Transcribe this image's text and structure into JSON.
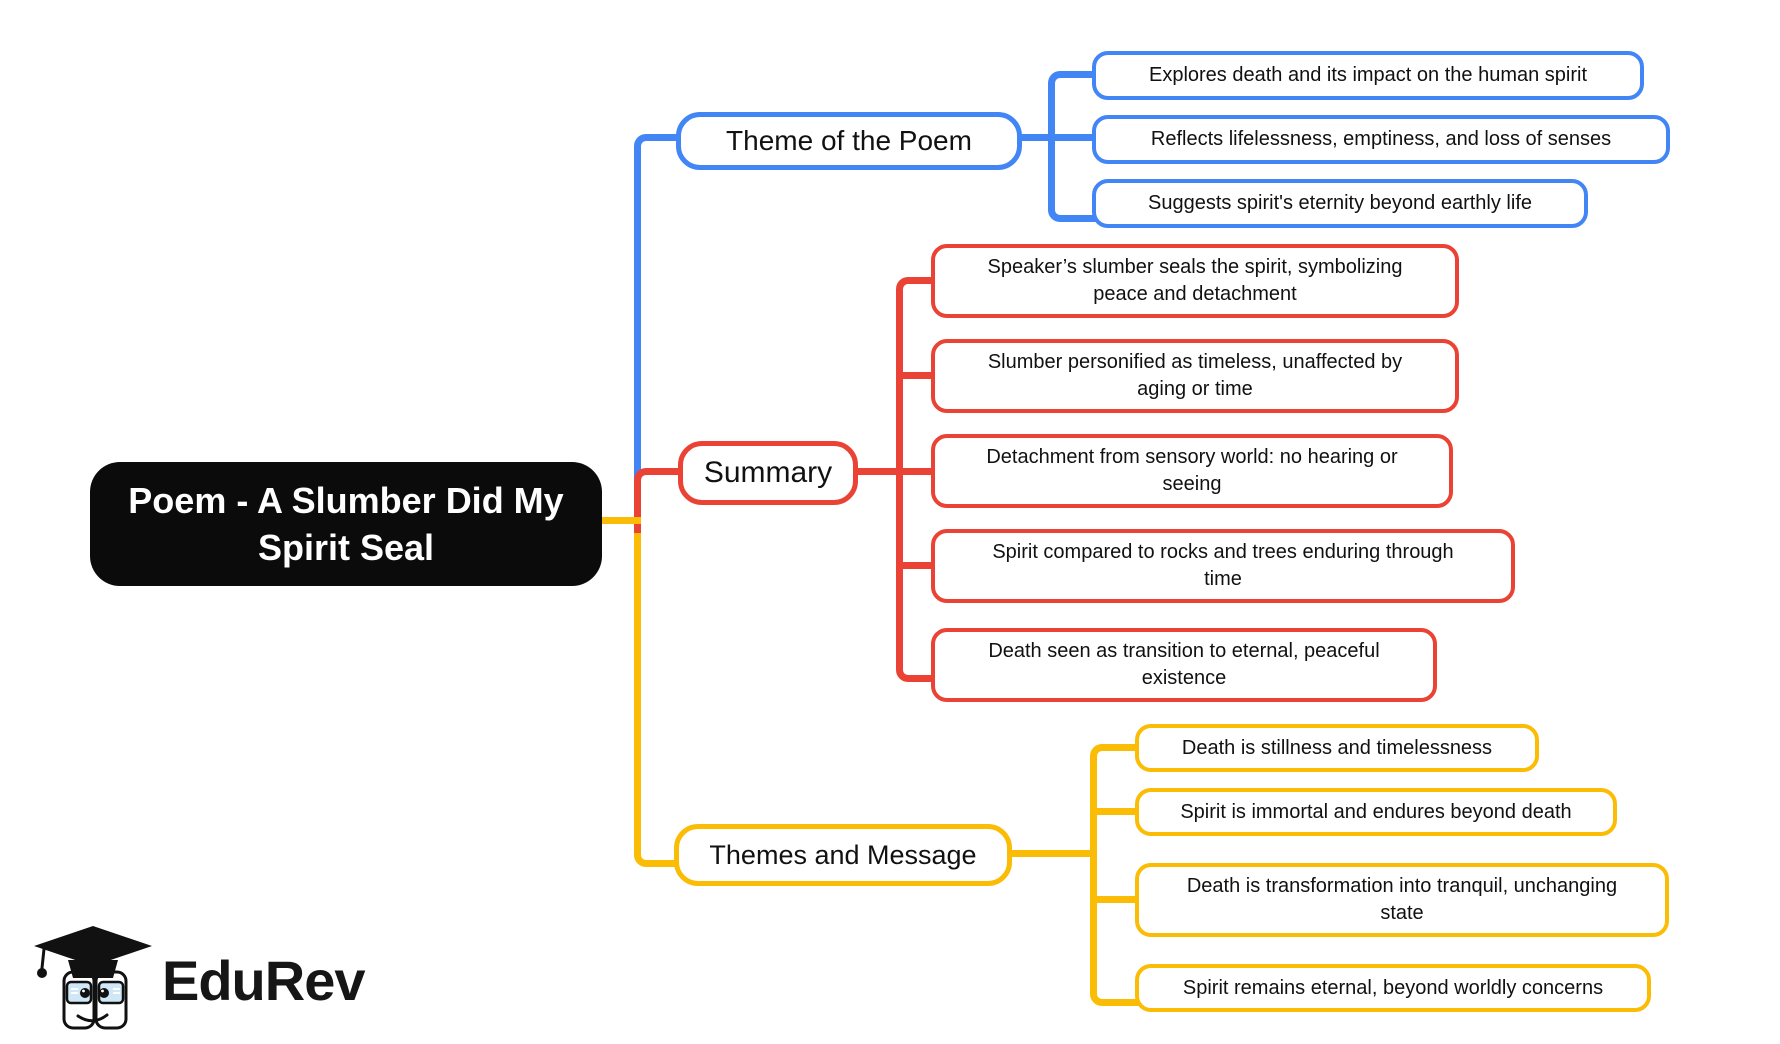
{
  "root": {
    "label": "Poem - A Slumber Did My\nSpirit Seal"
  },
  "colors": {
    "blue": "#4285F4",
    "red": "#EA4335",
    "yellow": "#FBBC05",
    "root_bg": "#0b0b0b"
  },
  "branches": [
    {
      "label": "Theme of the Poem",
      "color": "#4285F4",
      "children": [
        "Explores death and its impact on the human spirit",
        "Reflects lifelessness, emptiness, and loss of senses",
        "Suggests spirit's eternity beyond earthly life"
      ]
    },
    {
      "label": "Summary",
      "color": "#EA4335",
      "children": [
        "Speaker’s slumber seals the spirit, symbolizing\npeace and detachment",
        "Slumber personified as timeless, unaffected by\naging or time",
        "Detachment from sensory world: no hearing or\nseeing",
        "Spirit compared to rocks and trees enduring through\ntime",
        "Death seen as transition to eternal, peaceful\nexistence"
      ]
    },
    {
      "label": "Themes and Message",
      "color": "#FBBC05",
      "children": [
        "Death is stillness and timelessness",
        "Spirit is immortal and endures beyond death",
        "Death is transformation into tranquil, unchanging\nstate",
        "Spirit remains eternal, beyond worldly concerns"
      ]
    }
  ],
  "logo": {
    "text": "EduRev"
  }
}
